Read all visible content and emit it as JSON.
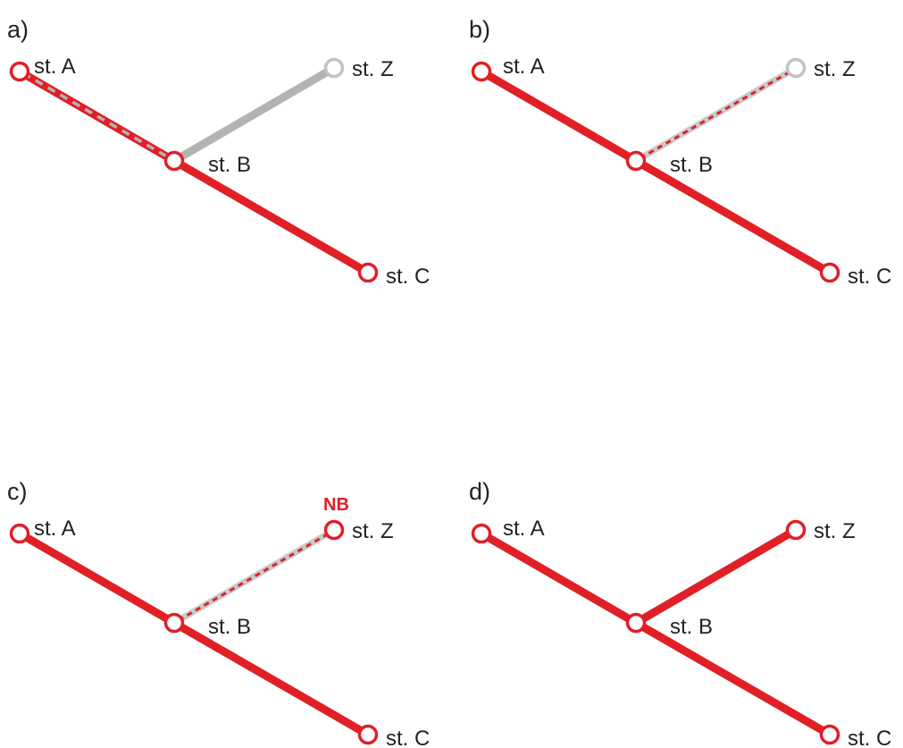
{
  "colors": {
    "active": "#e01f26",
    "inactive": "#b3b3b3",
    "inactive_node": "#c2c2c2",
    "text": "#222222"
  },
  "panels": [
    {
      "label": "a)",
      "stations": {
        "A": "st. A",
        "B": "st. B",
        "C": "st. C",
        "Z": "st. Z"
      },
      "edges": {
        "AB": "active-with-gray-dash",
        "BC": "active",
        "BZ": "inactive"
      },
      "z_node": "inactive"
    },
    {
      "label": "b)",
      "stations": {
        "A": "st. A",
        "B": "st. B",
        "C": "st. C",
        "Z": "st. Z"
      },
      "edges": {
        "AB": "active",
        "BC": "active",
        "BZ": "inactive-with-red-dash"
      },
      "z_node": "inactive"
    },
    {
      "label": "c)",
      "stations": {
        "A": "st. A",
        "B": "st. B",
        "C": "st. C",
        "Z": "st. Z"
      },
      "edges": {
        "AB": "active",
        "BC": "active",
        "BZ": "inactive-with-red-dash"
      },
      "z_node": "active",
      "annotation": "NB"
    },
    {
      "label": "d)",
      "stations": {
        "A": "st. A",
        "B": "st. B",
        "C": "st. C",
        "Z": "st. Z"
      },
      "edges": {
        "AB": "active",
        "BC": "active",
        "BZ": "active"
      },
      "z_node": "active"
    }
  ]
}
